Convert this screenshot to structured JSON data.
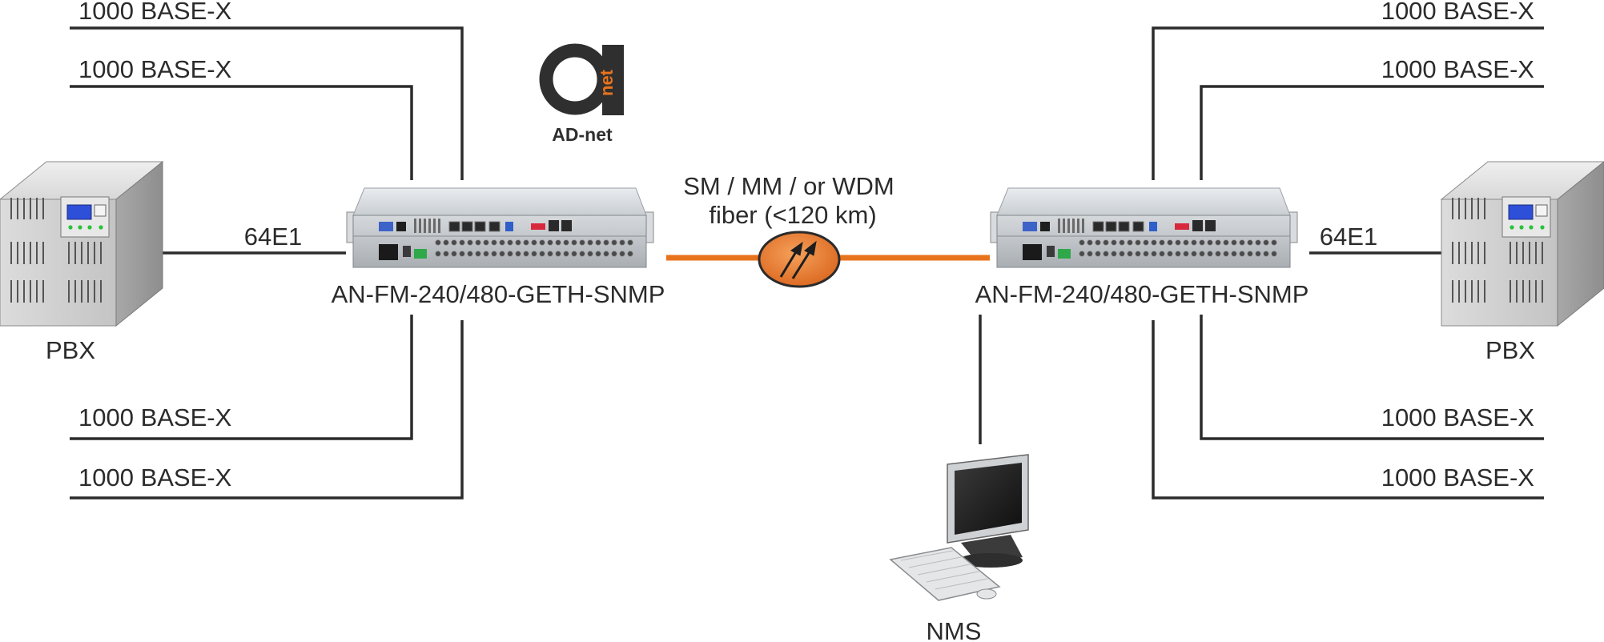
{
  "logo": {
    "wordmark": "AD-net",
    "badge_text": "net"
  },
  "labels": {
    "port_left_1": "1000 BASE-X",
    "port_left_2": "1000 BASE-X",
    "port_left_3": "1000 BASE-X",
    "port_left_4": "1000 BASE-X",
    "port_right_1": "1000 BASE-X",
    "port_right_2": "1000 BASE-X",
    "port_right_3": "1000 BASE-X",
    "port_right_4": "1000 BASE-X",
    "e1_left": "64E1",
    "e1_right": "64E1",
    "device_left": "AN-FM-240/480-GETH-SNMP",
    "device_right": "AN-FM-240/480-GETH-SNMP",
    "pbx_left": "PBX",
    "pbx_right": "PBX",
    "nms": "NMS",
    "fiber_line1": "SM / MM / or WDM",
    "fiber_line2": "fiber (<120 km)"
  },
  "colors": {
    "line": "#2b2b2b",
    "fiber": "#e8731d",
    "text": "#2b2b2b"
  }
}
